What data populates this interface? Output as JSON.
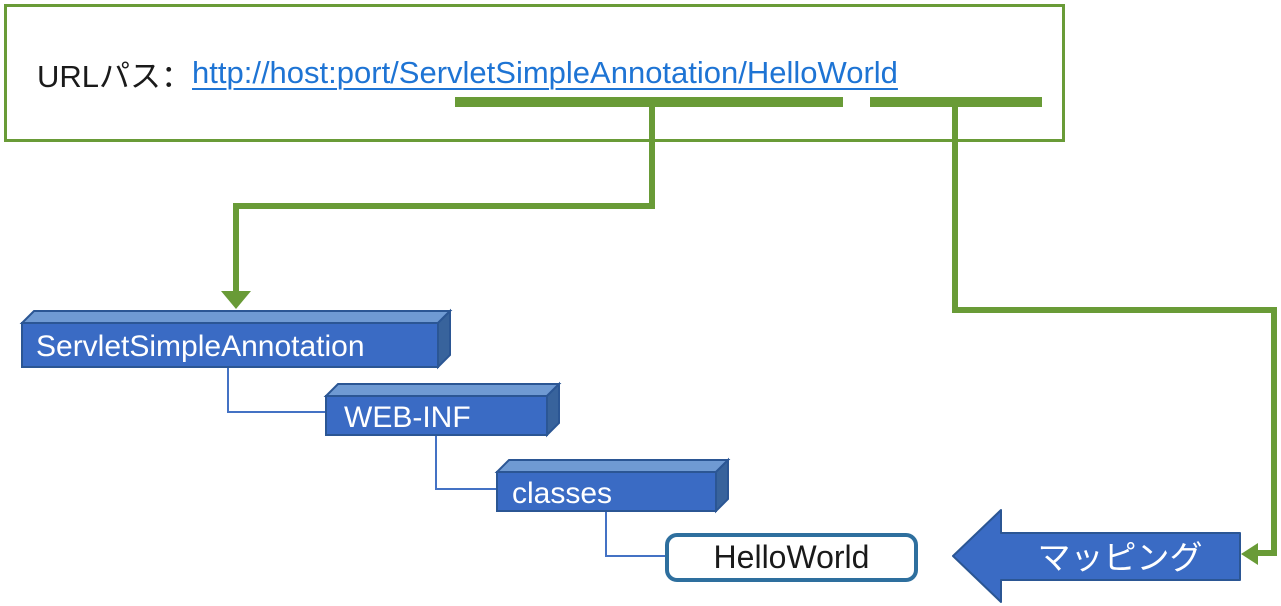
{
  "colors": {
    "green": "#699B37",
    "blue_front": "#3A6BC4",
    "blue_top": "#6F9AD3",
    "blue_side": "#38639C",
    "blue_border": "#2B5694",
    "link_blue": "#1E74D4",
    "connector_blue": "#4472C4",
    "file_border": "#2E6F9E"
  },
  "diagram": {
    "url_label": "URLパス：",
    "url_link": "http://host:port/ServletSimpleAnnotation/HelloWorld",
    "folders": [
      {
        "label": "ServletSimpleAnnotation"
      },
      {
        "label": "WEB-INF"
      },
      {
        "label": "classes"
      }
    ],
    "file_label": "HelloWorld",
    "mapping_label": "マッピング"
  }
}
